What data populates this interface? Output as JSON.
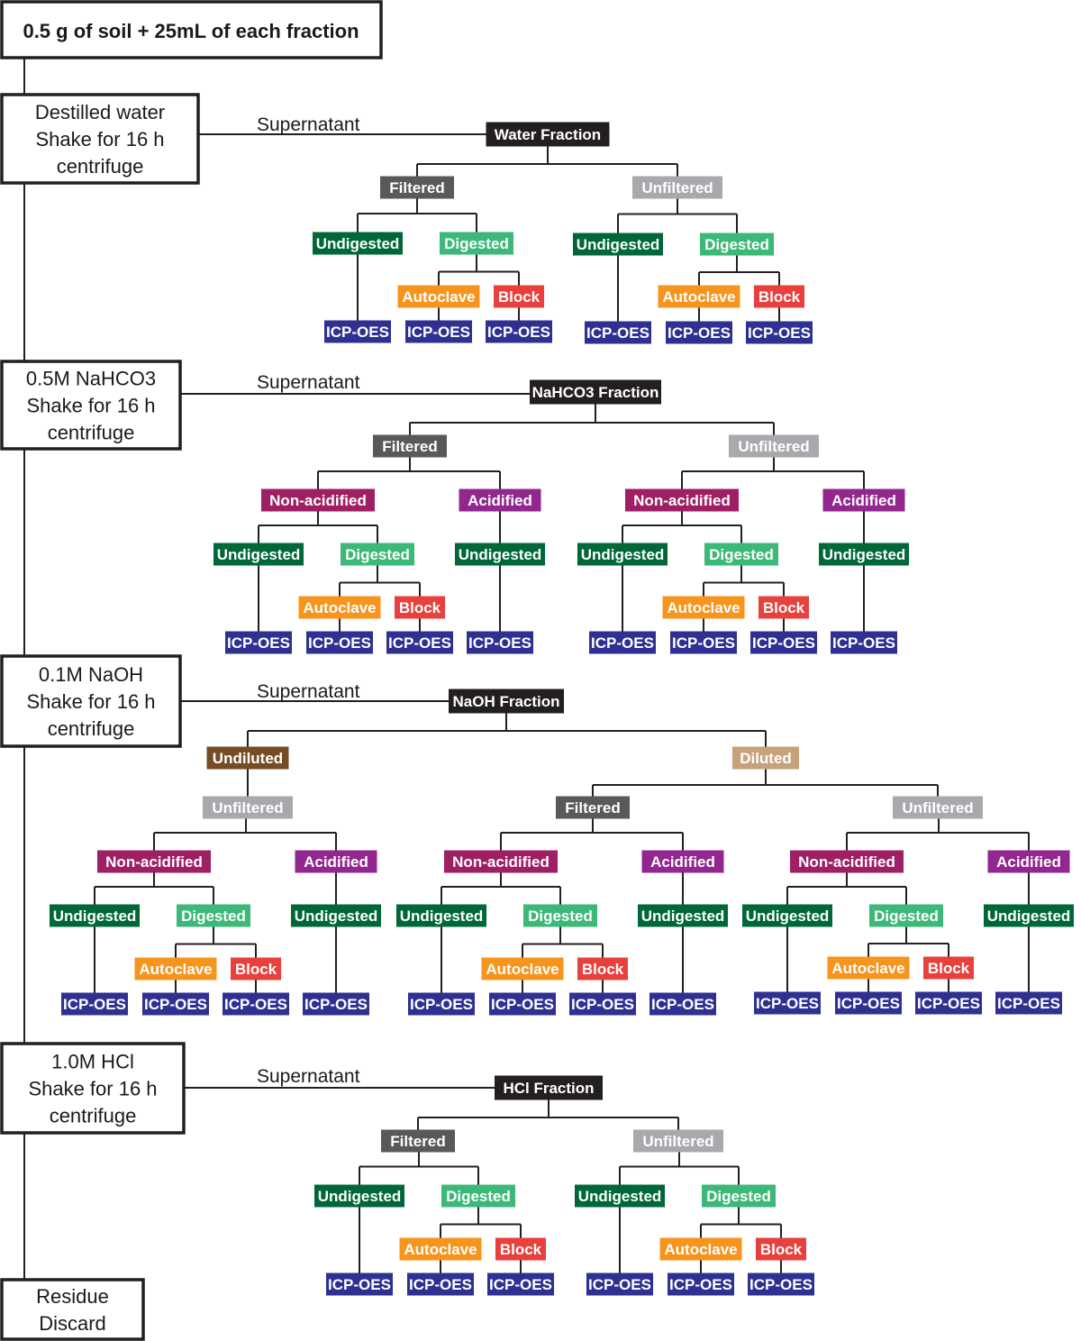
{
  "top_box": "0.5 g of soil + 25mL of each fraction",
  "supernatant_label": "Supernatant",
  "steps": [
    {
      "lines": [
        "Destilled water",
        "Shake for 16 h",
        "centrifuge"
      ]
    },
    {
      "lines": [
        "0.5M NaHCO3",
        "Shake for 16 h",
        "centrifuge"
      ]
    },
    {
      "lines": [
        "0.1M NaOH",
        "Shake for 16 h",
        "centrifuge"
      ]
    },
    {
      "lines": [
        "1.0M HCl",
        "Shake for 16 h",
        "centrifuge"
      ]
    }
  ],
  "residue": {
    "lines": [
      "Residue",
      "Discard"
    ]
  },
  "fractions": [
    "Water Fraction",
    "NaHCO3 Fraction",
    "NaOH Fraction",
    "HCl Fraction"
  ],
  "labels": {
    "filtered": "Filtered",
    "unfiltered": "Unfiltered",
    "undigested": "Undigested",
    "digested": "Digested",
    "autoclave": "Autoclave",
    "block": "Block",
    "icp": "ICP-OES",
    "non_acidified": "Non-acidified",
    "acidified": "Acidified",
    "undiluted": "Undiluted",
    "diluted": "Diluted"
  },
  "colors": {
    "fraction": "#231f20",
    "filtered": "#58595b",
    "unfiltered": "#a7a9ac",
    "undigested": "#006838",
    "digested": "#3cb878",
    "autoclave": "#f7941d",
    "block": "#e8403c",
    "icp": "#2e3192",
    "non_acidified": "#9e1f63",
    "acidified": "#92278f",
    "undiluted": "#754c24",
    "diluted": "#c7a17a",
    "line": "#231f20"
  }
}
